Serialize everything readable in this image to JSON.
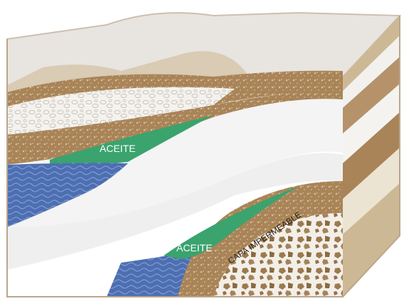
{
  "labels": {
    "oil_upper": "ACEITE",
    "oil_lower": "ACEITE",
    "cap_rock": "CAPA IMPERMEABLE"
  },
  "colors": {
    "sky_layer": "#e8e4e0",
    "sand_light": "#d9cbb4",
    "brown_layer": "#a98458",
    "gravel_white": "#f0f0ee",
    "oil": "#3aa36e",
    "water": "#4d6fb2",
    "white_band": "#f4f4f4",
    "side_face": "#cdb896",
    "conglomerate_bg": "#f3efe8",
    "conglomerate_pebble": "#9c7a4e"
  }
}
